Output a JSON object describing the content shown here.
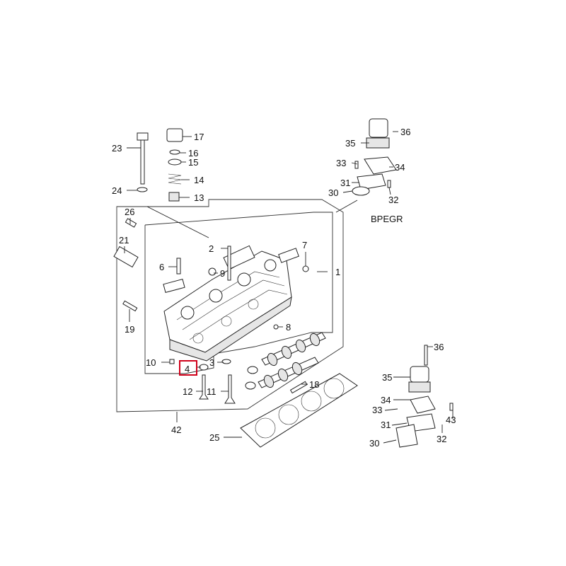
{
  "labels": {
    "l1": "1",
    "l2": "2",
    "l3": "3",
    "l4": "4",
    "l6": "6",
    "l7": "7",
    "l8": "8",
    "l9": "9",
    "l10": "10",
    "l11": "11",
    "l12": "12",
    "l13": "13",
    "l14": "14",
    "l15": "15",
    "l16": "16",
    "l17": "17",
    "l18": "18",
    "l19": "19",
    "l21": "21",
    "l23": "23",
    "l24": "24",
    "l25": "25",
    "l26": "26",
    "l42": "42",
    "a30": "30",
    "a31": "31",
    "a32": "32",
    "a33": "33",
    "a34": "34",
    "a35": "35",
    "a36": "36",
    "b30": "30",
    "b31": "31",
    "b32": "32",
    "b33": "33",
    "b34": "34",
    "b35": "35",
    "b36": "36",
    "b43": "43"
  },
  "section_label": "BPEGR",
  "highlighted_part": "4",
  "colors": {
    "highlight": "#d0021b",
    "line": "#222222"
  }
}
